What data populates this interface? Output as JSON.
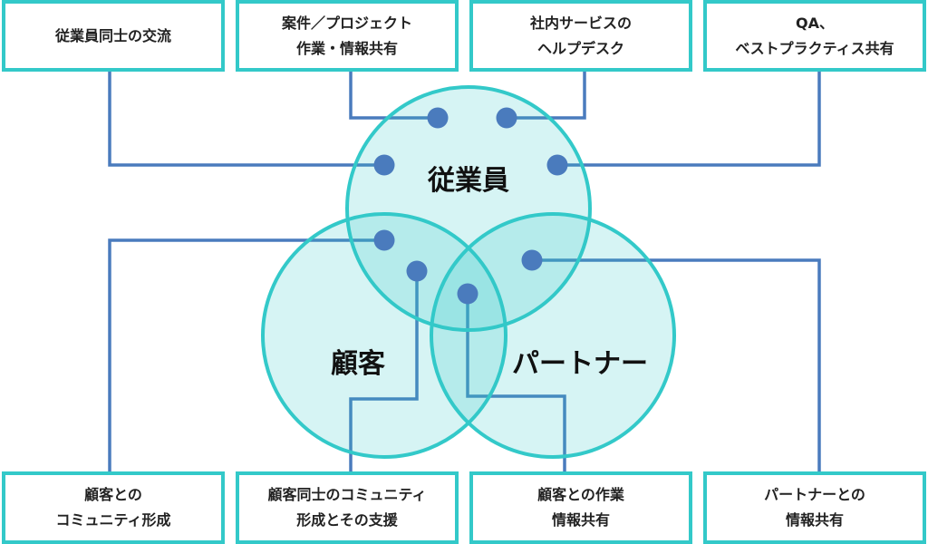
{
  "top_boxes": [
    {
      "lines": [
        "従業員同士の交流"
      ]
    },
    {
      "lines": [
        "案件／プロジェクト",
        "作業・情報共有"
      ]
    },
    {
      "lines": [
        "社内サービスの",
        "ヘルプデスク"
      ]
    },
    {
      "lines": [
        "QA、",
        "ベストプラクティス共有"
      ]
    }
  ],
  "bottom_boxes": [
    {
      "lines": [
        "顧客との",
        "コミュニティ形成"
      ]
    },
    {
      "lines": [
        "顧客同士のコミュニティ",
        "形成とその支援"
      ]
    },
    {
      "lines": [
        "顧客との作業",
        "情報共有"
      ]
    },
    {
      "lines": [
        "パートナーとの",
        "情報共有"
      ]
    }
  ],
  "circles": {
    "top": "従業員",
    "left": "顧客",
    "right": "パートナー"
  },
  "colors": {
    "border": "#33c9c9",
    "line": "#4a7bbd",
    "fill": "#33c9c9"
  }
}
